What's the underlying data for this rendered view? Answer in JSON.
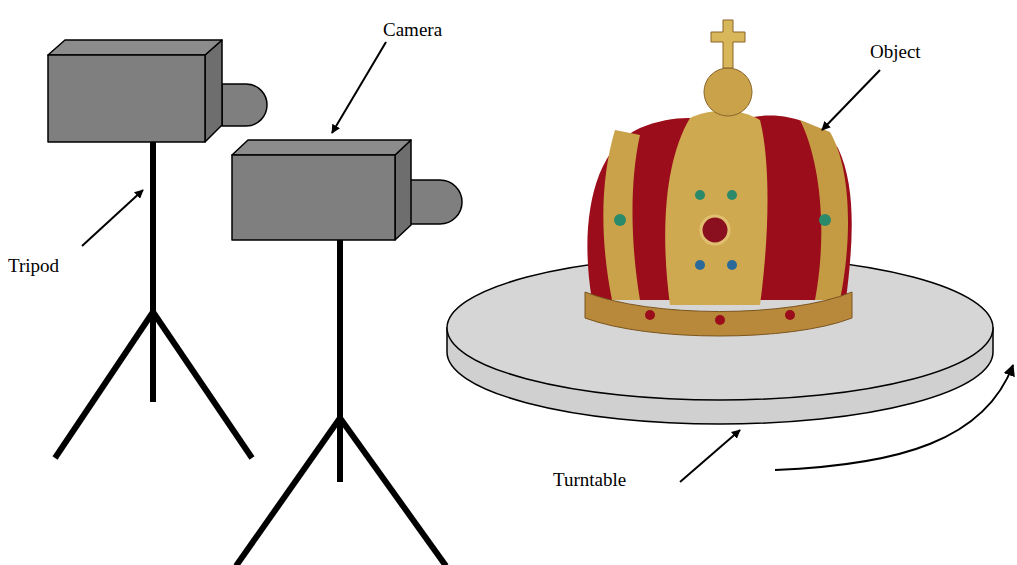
{
  "diagram": {
    "labels": [
      "Camera",
      "Object",
      "Tripod",
      "Turntable"
    ]
  }
}
